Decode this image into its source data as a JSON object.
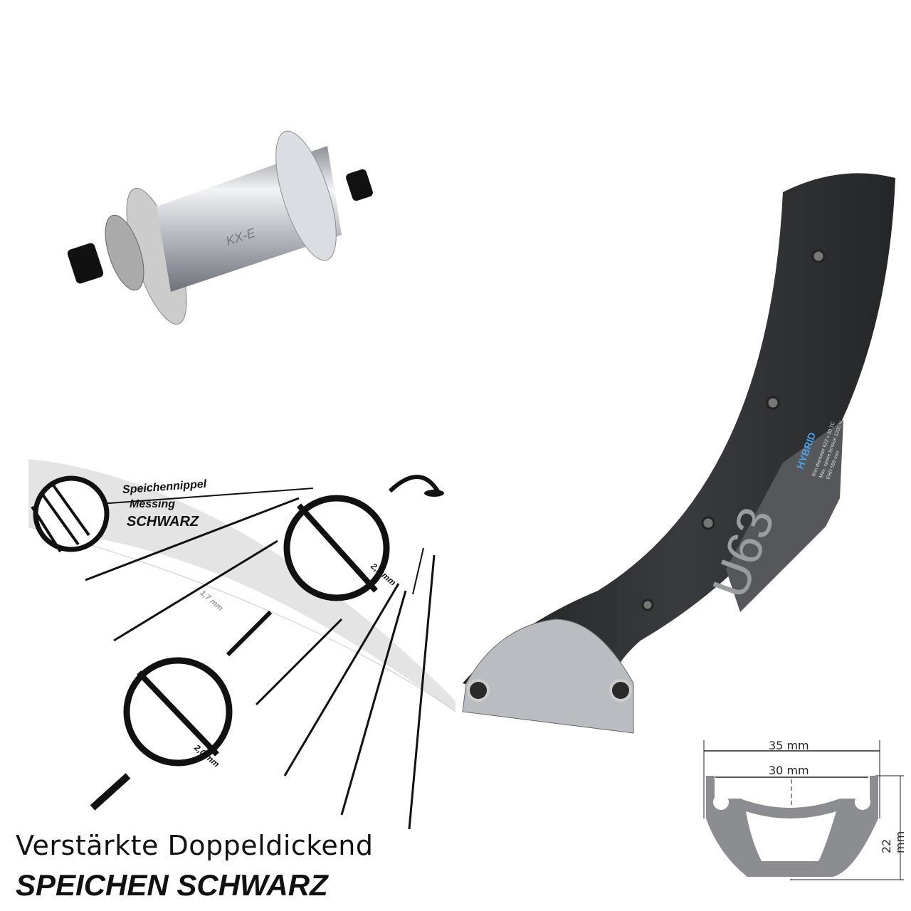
{
  "hub": {
    "logo_text": "KX-E",
    "finish_color": "#c8cbd0"
  },
  "rim": {
    "model": "U63",
    "brand_tag": "HYBRID",
    "sticker_lines": [
      "Rim diameter 622 x 30 TC",
      "Max. spoke tension 1200 N",
      "ERD 599 mm"
    ],
    "color": "#2f3033",
    "accent_color": "#4aa3e8"
  },
  "rim_profile": {
    "outer_width": "35 mm",
    "inner_width": "30 mm",
    "height": "22 mm"
  },
  "spoke_diagram": {
    "nipple_label": "Speichennippel",
    "nipple_material": "Messing",
    "nipple_color": "SCHWARZ",
    "dim_a": "2,3 mm",
    "dim_b": "1,7 mm",
    "dim_c": "2,0 mm"
  },
  "headline": {
    "line1": "Verstärkte Doppeldickend",
    "line2": "SPEICHEN SCHWARZ"
  }
}
